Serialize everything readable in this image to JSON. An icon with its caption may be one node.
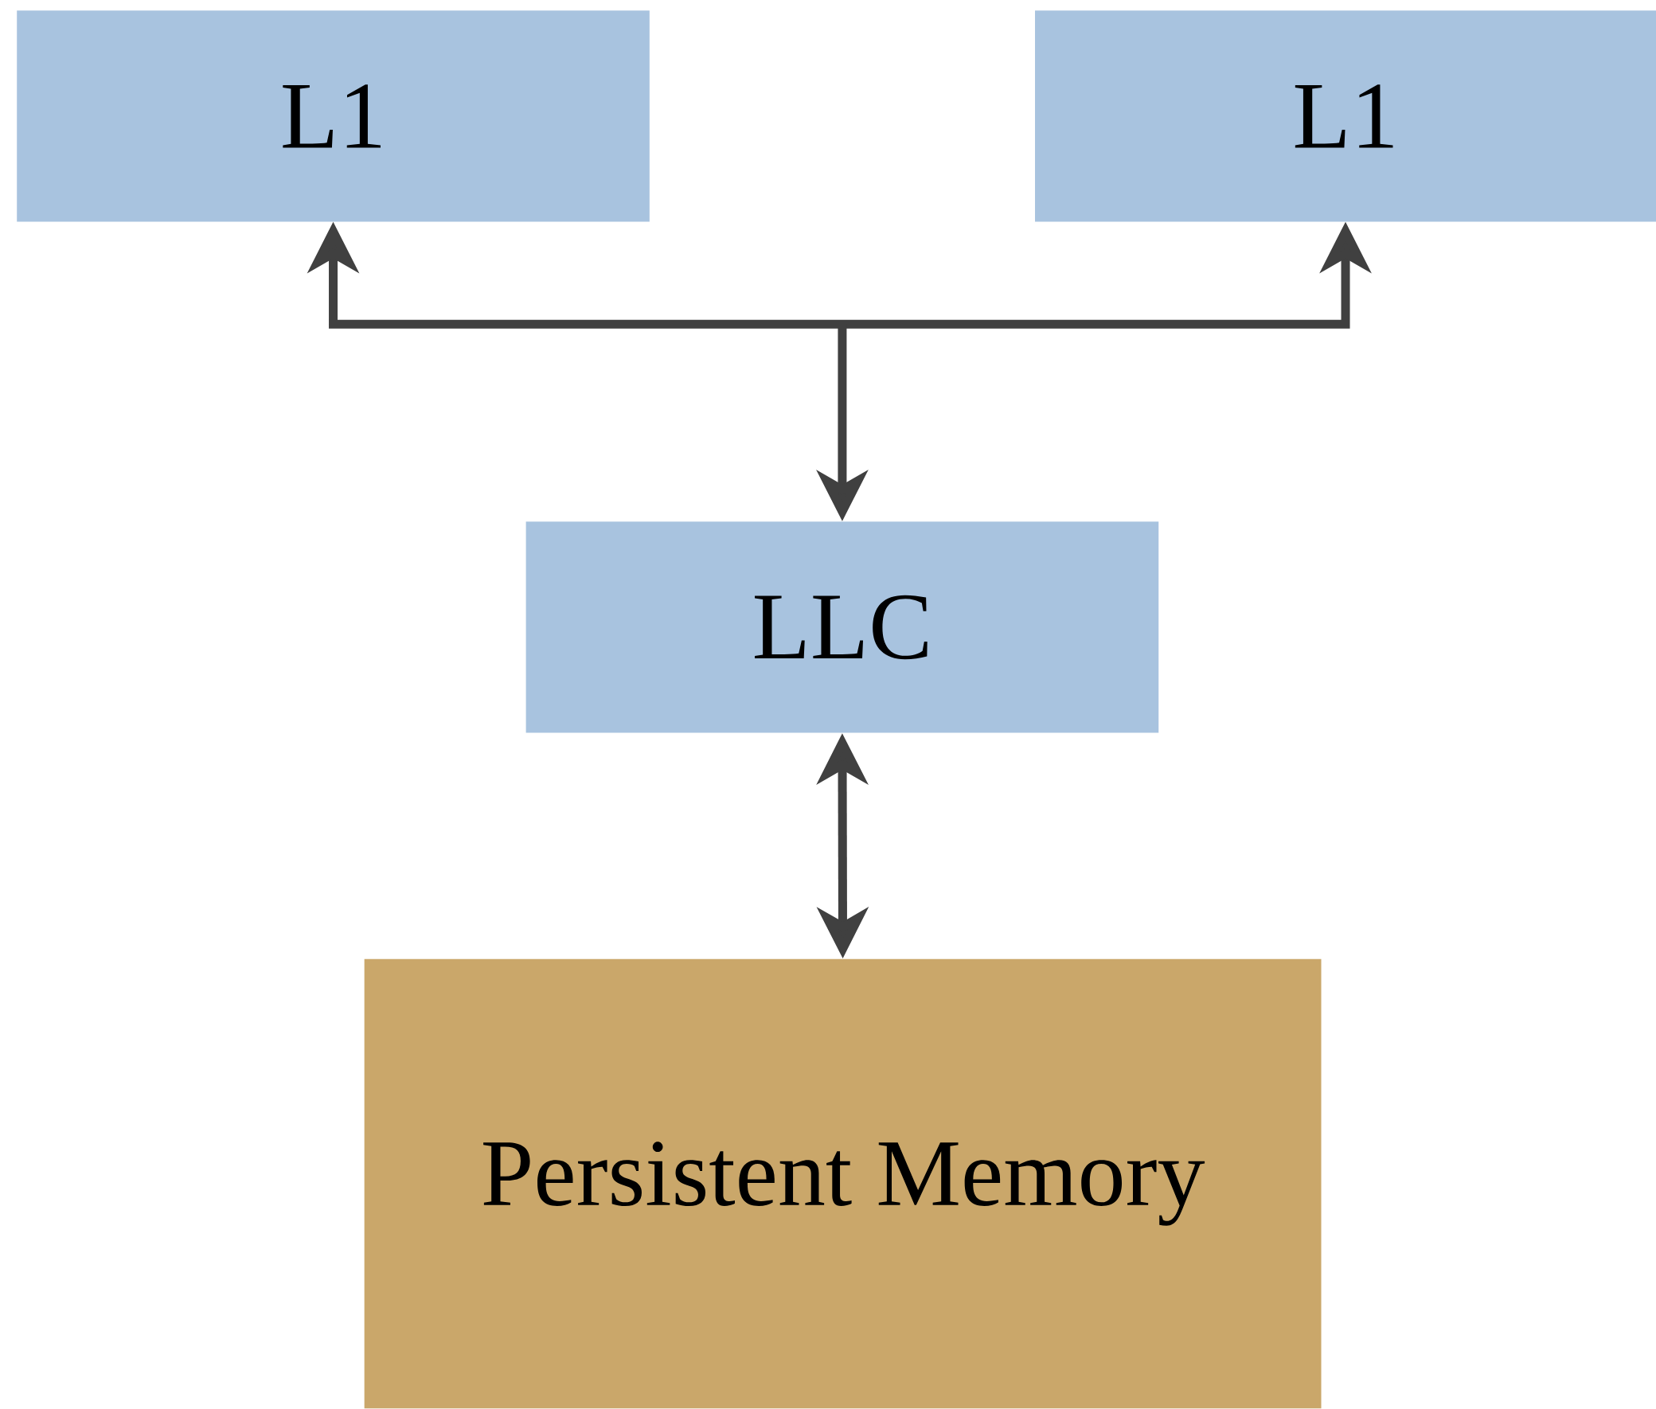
{
  "diagram": {
    "nodes": [
      {
        "text": [
          "L1"
        ]
      },
      {
        "text": [
          "L1"
        ]
      },
      {
        "text": [
          "LLC"
        ]
      },
      {
        "text": [
          "Persistent Memory"
        ]
      }
    ],
    "edges": [
      {
        "from": 2,
        "to": 0,
        "arrow": "both"
      },
      {
        "from": 2,
        "to": 1,
        "arrow": "both"
      },
      {
        "from": 2,
        "to": 3,
        "arrow": "both"
      }
    ]
  }
}
